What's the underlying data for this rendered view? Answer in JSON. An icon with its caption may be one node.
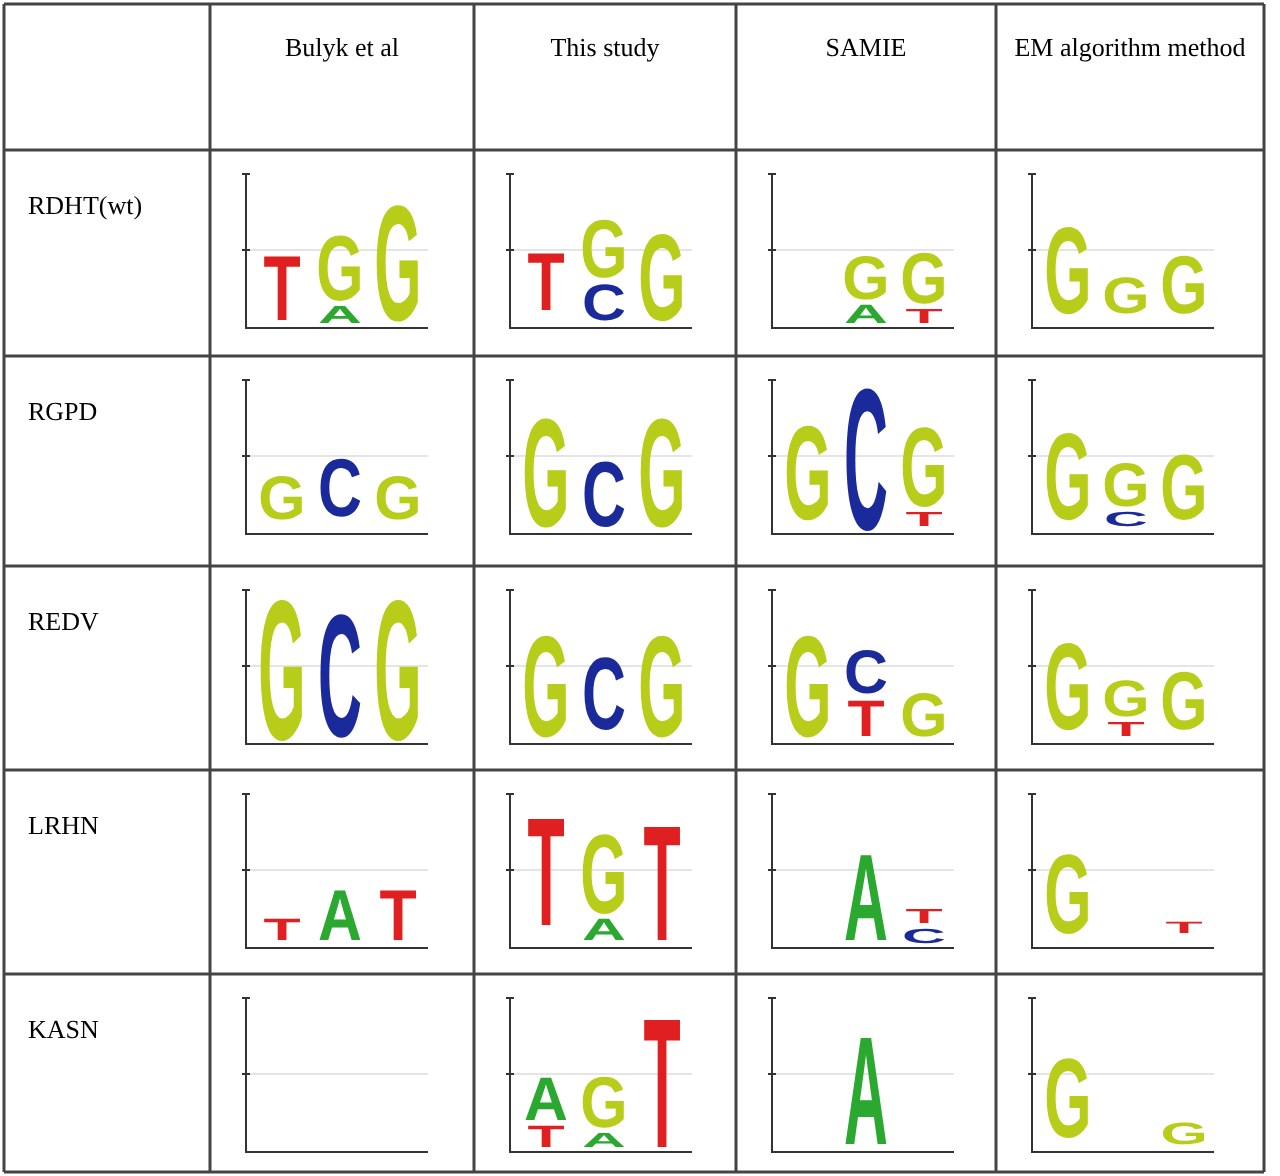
{
  "diagram": {
    "labels": [
      "Bulyk et al",
      "This study",
      "SAMIE",
      "EM algorithm method",
      "RDHT(wt)",
      "T",
      "A",
      "G",
      "G",
      "T",
      "C",
      "G",
      "G",
      "A",
      "G",
      "T",
      "G",
      "G",
      "G",
      "G",
      "RGPD",
      "G",
      "C",
      "G",
      "G",
      "C",
      "G",
      "G",
      "C",
      "T",
      "G",
      "G",
      "C",
      "G",
      "G",
      "REDV",
      "G",
      "C",
      "G",
      "G",
      "C",
      "G",
      "G",
      "T",
      "C",
      "G",
      "G",
      "T",
      "G",
      "G",
      "LRHN",
      "T",
      "A",
      "T",
      "T",
      "A",
      "G",
      "T",
      "A",
      "C",
      "T",
      "G",
      "T",
      "KASN",
      "T",
      "A",
      "A",
      "G",
      "T",
      "A",
      "G",
      "G"
    ]
  }
}
